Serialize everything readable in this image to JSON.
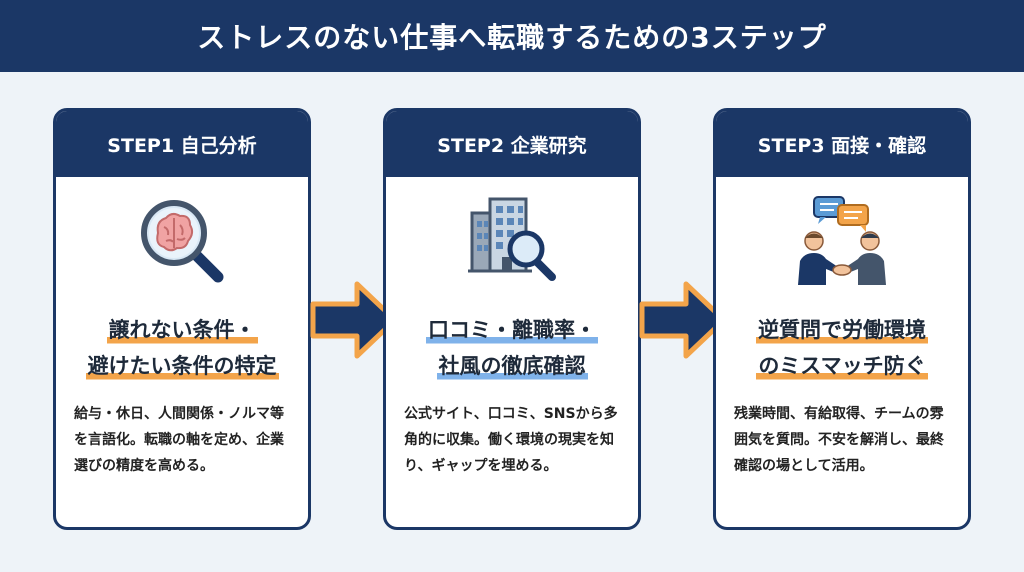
{
  "header": {
    "title": "ストレスのない仕事へ転職するための3ステップ"
  },
  "colors": {
    "navy": "#1b3766",
    "orange": "#f3a44a",
    "blue_highlight": "#7fb2ea",
    "background": "#eef3f8"
  },
  "steps": [
    {
      "heading": "STEP1 自己分析",
      "icon": "magnifier-brain-icon",
      "title_line1": "譲れない条件・",
      "title_line2": "避けたい条件の特定",
      "description": "給与・休日、人間関係・ノルマ等を言語化。転職の軸を定め、企業選びの精度を高める。"
    },
    {
      "heading": "STEP2 企業研究",
      "icon": "building-search-icon",
      "title_line1": "口コミ・離職率・",
      "title_line2": "社風の徹底確認",
      "description": "公式サイト、口コミ、SNSから多角的に収集。働く環境の現実を知り、ギャップを埋める。"
    },
    {
      "heading": "STEP3 面接・確認",
      "icon": "handshake-chat-icon",
      "title_line1": "逆質問で労働環境",
      "title_line2": "のミスマッチ防ぐ",
      "description": "残業時間、有給取得、チームの雰囲気を質問。不安を解消し、最終確認の場として活用。"
    }
  ]
}
